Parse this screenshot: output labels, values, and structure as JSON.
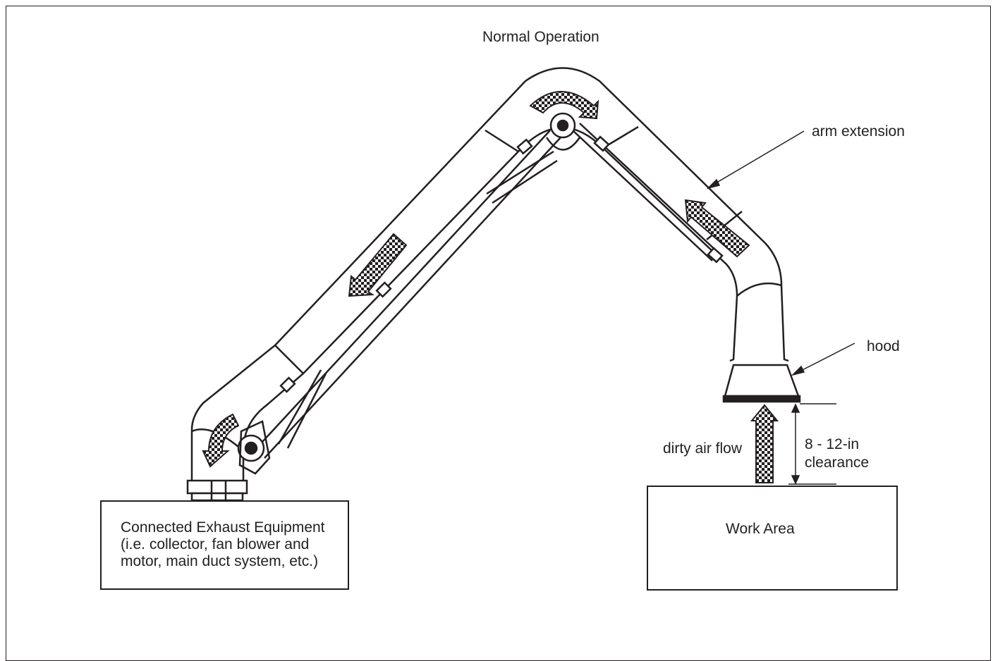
{
  "title": "Normal Operation",
  "labels": {
    "arm_extension": "arm extension",
    "hood": "hood",
    "dirty_air_flow": "dirty air flow",
    "clearance_line1": "8 - 12-in",
    "clearance_line2": "clearance"
  },
  "boxes": {
    "exhaust": {
      "line1": "Connected Exhaust Equipment",
      "line2": "(i.e. collector, fan blower and",
      "line3": "motor, main duct system, etc.)"
    },
    "work_area": "Work Area"
  },
  "colors": {
    "ink": "#231f20",
    "background": "#ffffff"
  },
  "icons": [
    "airflow-arrow-icon",
    "dimension-arrow-icon",
    "pointer-arrow-icon"
  ]
}
